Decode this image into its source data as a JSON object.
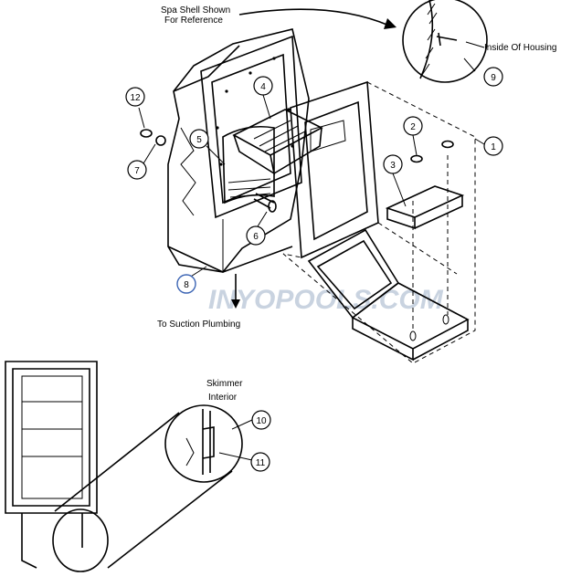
{
  "labels": {
    "spa_shell_line1": "Spa Shell Shown",
    "spa_shell_line2": "For Reference",
    "inside_housing": "Inside Of Housing",
    "suction": "To Suction Plumbing",
    "skimmer_line1": "Skimmer",
    "skimmer_line2": "Interior"
  },
  "watermark": "INYOPOOLS.COM",
  "callouts": {
    "c1": "1",
    "c2": "2",
    "c3": "3",
    "c4": "4",
    "c5": "5",
    "c6": "6",
    "c7": "7",
    "c8": "8",
    "c9": "9",
    "c10": "10",
    "c11": "11",
    "c12": "12"
  },
  "colors": {
    "highlight_callout": "#3b64b4",
    "line": "#000000"
  }
}
